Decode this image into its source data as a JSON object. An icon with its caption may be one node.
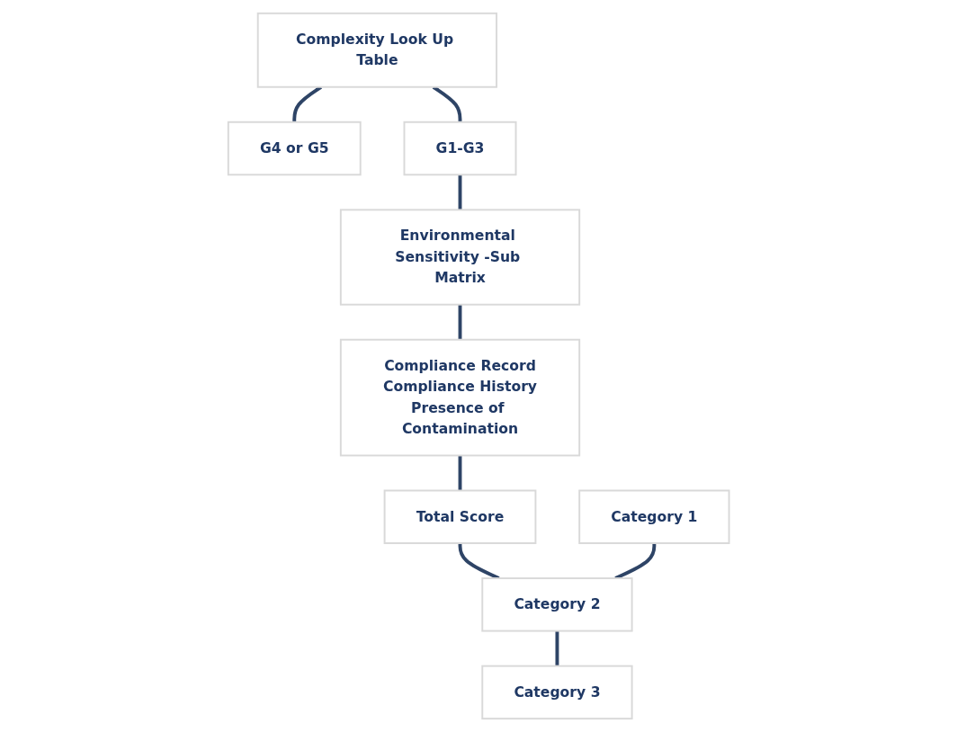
{
  "diagram": {
    "nodes": [
      {
        "text": [
          "Complexity Look Up Table"
        ]
      },
      {
        "text": [
          "G4 or G5"
        ]
      },
      {
        "text": [
          "G1-G3"
        ]
      },
      {
        "text": [
          "Environmental Sensitivity -Sub Matrix"
        ]
      },
      {
        "text": [
          "Compliance Record",
          "Compliance History",
          "Presence of Contamination"
        ]
      },
      {
        "text": [
          "Total Score"
        ]
      },
      {
        "text": [
          "Category 1"
        ]
      },
      {
        "text": [
          "Category 2"
        ]
      },
      {
        "text": [
          "Category 3"
        ]
      }
    ],
    "edges": [
      {
        "from": 0,
        "to": 1,
        "arrow": "none"
      },
      {
        "from": 0,
        "to": 2,
        "arrow": "none"
      },
      {
        "from": 2,
        "to": 3,
        "arrow": "none"
      },
      {
        "from": 3,
        "to": 4,
        "arrow": "none"
      },
      {
        "from": 4,
        "to": 5,
        "arrow": "none"
      },
      {
        "from": 5,
        "to": 7,
        "arrow": "none"
      },
      {
        "from": 6,
        "to": 7,
        "arrow": "none"
      },
      {
        "from": 7,
        "to": 8,
        "arrow": "none"
      }
    ]
  }
}
